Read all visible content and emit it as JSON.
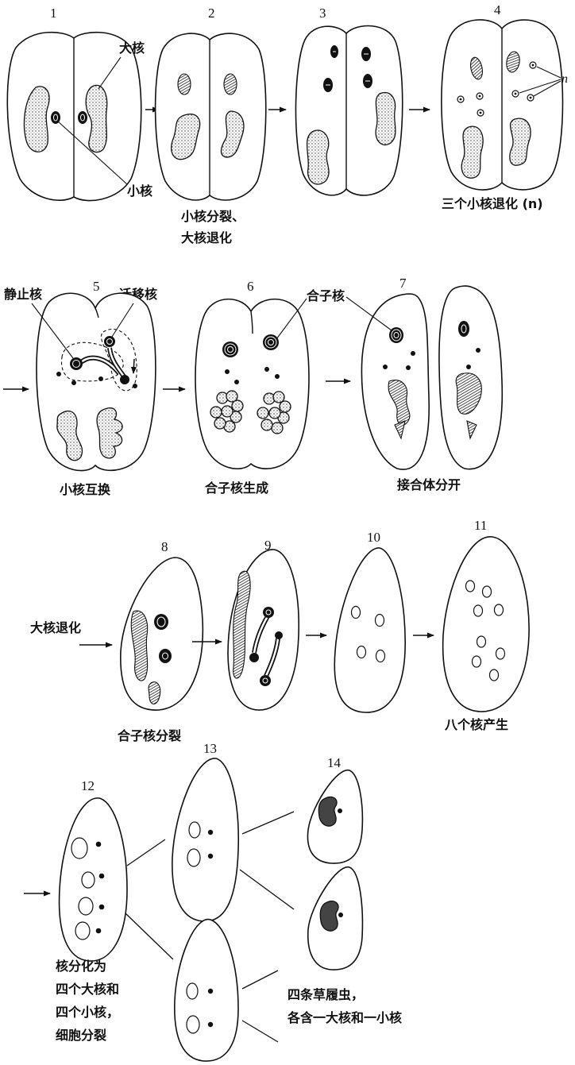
{
  "colors": {
    "ink": "#111111",
    "background": "#ffffff"
  },
  "stage_numbers": [
    "1",
    "2",
    "3",
    "4",
    "5",
    "6",
    "7",
    "8",
    "9",
    "10",
    "11",
    "12",
    "13",
    "14"
  ],
  "labels": {
    "macronucleus": "大核",
    "micronucleus": "小核",
    "stage2_caption_line1": "小核分裂、",
    "stage2_caption_line2": "大核退化",
    "stage4_caption": "三个小核退化 (n)",
    "stage4_n": "n",
    "stationary_nucleus": "静止核",
    "migratory_nucleus": "迁移核",
    "zygote_nucleus": "合子核",
    "stage5_caption": "小核互换",
    "stage6_caption": "合子核生成",
    "stage7_caption": "接合体分开",
    "stage8_side_label": "大核退化",
    "stage8_9_caption": "合子核分裂",
    "stage11_caption": "八个核产生",
    "stage12_caption": [
      "核分化为",
      "四个大核和",
      "四个小核，",
      "细胞分裂"
    ],
    "result_caption": [
      "四条草履虫，",
      "各含一大核和一小核"
    ]
  }
}
